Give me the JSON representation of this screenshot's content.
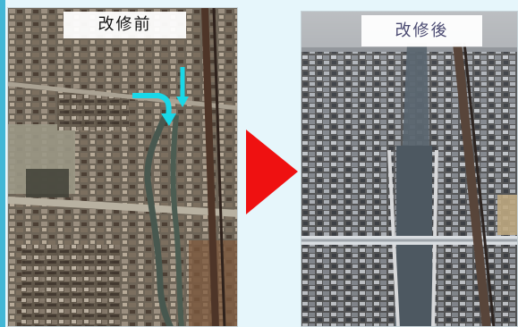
{
  "images": [
    {
      "id": "before",
      "title": "改修前",
      "scene": "aerial-photo-before-renovation",
      "annotation_arrows": [
        "cyan-arrow-right-bend",
        "cyan-arrow-down"
      ]
    },
    {
      "id": "after",
      "title": "改修後",
      "scene": "aerial-photo-after-renovation"
    }
  ],
  "transition": {
    "icon": "red-right-arrow",
    "color": "#ef1111"
  },
  "colors": {
    "background": "#e6f6fb",
    "accent_left_border": "#42b7d6",
    "annotation_arrow": "#19d8e8",
    "transition_arrow": "#ef1111"
  }
}
